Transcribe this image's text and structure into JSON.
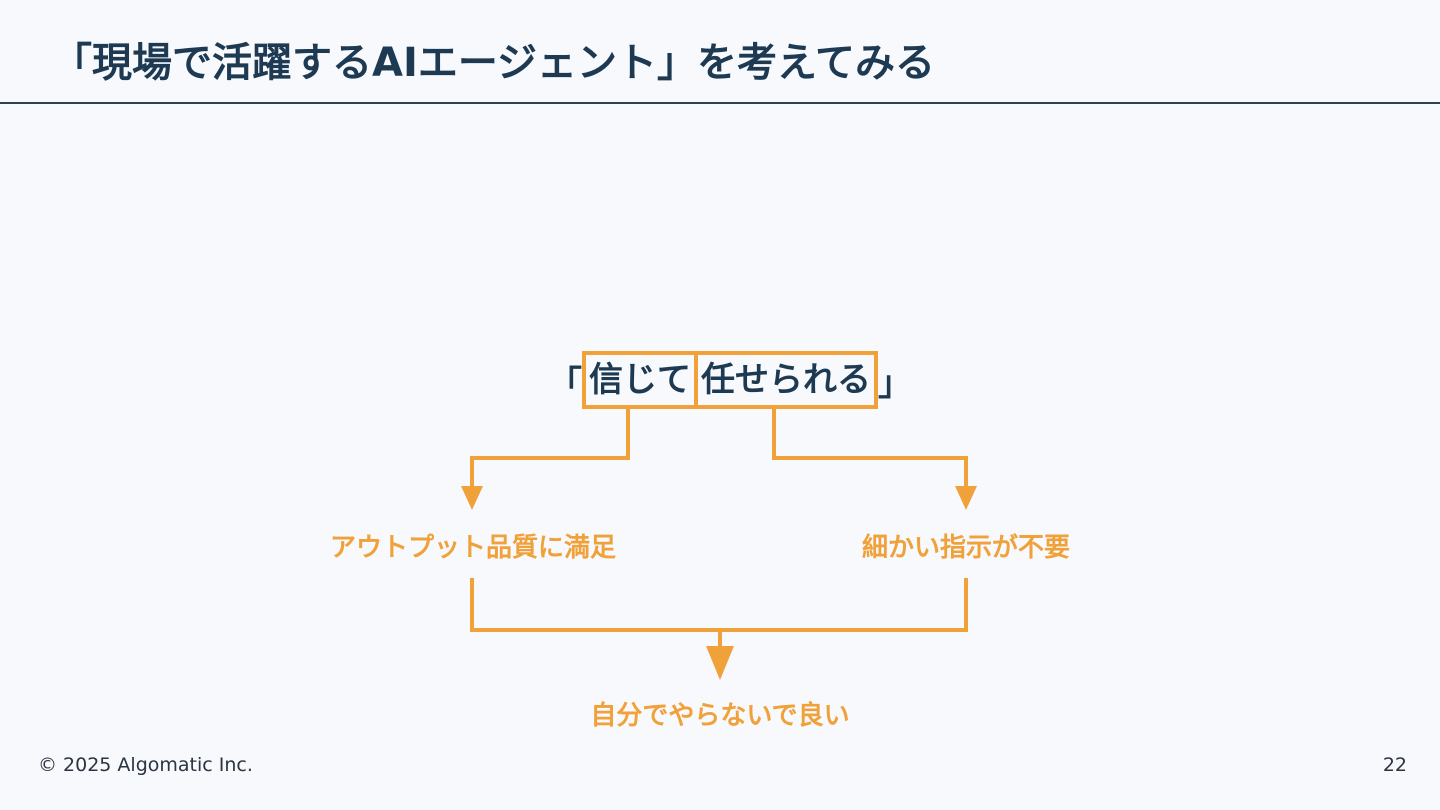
{
  "title": "「現場で活躍するAIエージェント」を考えてみる",
  "diagram": {
    "headline": {
      "open_bracket": "「",
      "word_1": "信じて",
      "word_2": "任せられる",
      "close_bracket": "」"
    },
    "branch_left": "アウトプット品質に満足",
    "branch_right": "細かい指示が不要",
    "conclusion": "自分でやらないで良い"
  },
  "footer": {
    "copyright": "© 2025 Algomatic Inc.",
    "page_number": "22"
  },
  "colors": {
    "background": "#f7f9fd",
    "title": "#1d3a52",
    "accent": "#f0a13a",
    "rule": "#2a4257",
    "footer": "#2b3440"
  }
}
